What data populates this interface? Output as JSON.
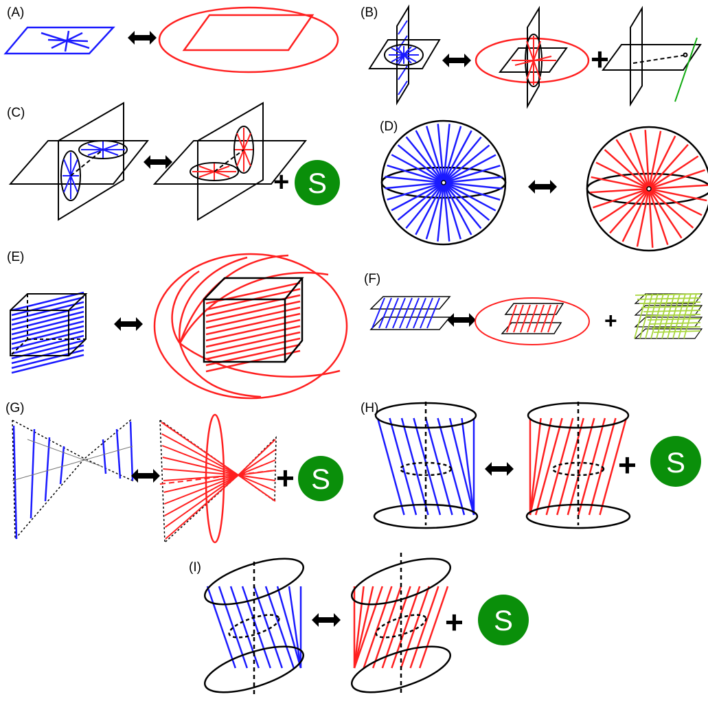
{
  "panels": [
    {
      "id": "A",
      "label": "(A)"
    },
    {
      "id": "B",
      "label": "(B)",
      "operator": "+"
    },
    {
      "id": "C",
      "label": "(C)",
      "operator": "+",
      "badge": "S"
    },
    {
      "id": "D",
      "label": "(D)"
    },
    {
      "id": "E",
      "label": "(E)"
    },
    {
      "id": "F",
      "label": "(F)",
      "operator": "+"
    },
    {
      "id": "G",
      "label": "(G)",
      "operator": "+",
      "badge": "S"
    },
    {
      "id": "H",
      "label": "(H)",
      "operator": "+",
      "badge": "S"
    },
    {
      "id": "I",
      "label": "(I)",
      "operator": "+",
      "badge": "S"
    }
  ],
  "colors": {
    "blue": "#1a1aff",
    "red": "#ff2020",
    "green_line": "#11aa11",
    "yellow_green": "#a8d63c",
    "badge_green": "#0a8f0a",
    "black": "#000000"
  },
  "icons": {
    "equivalence": "double-arrow-icon",
    "badge": "s-badge-icon"
  }
}
